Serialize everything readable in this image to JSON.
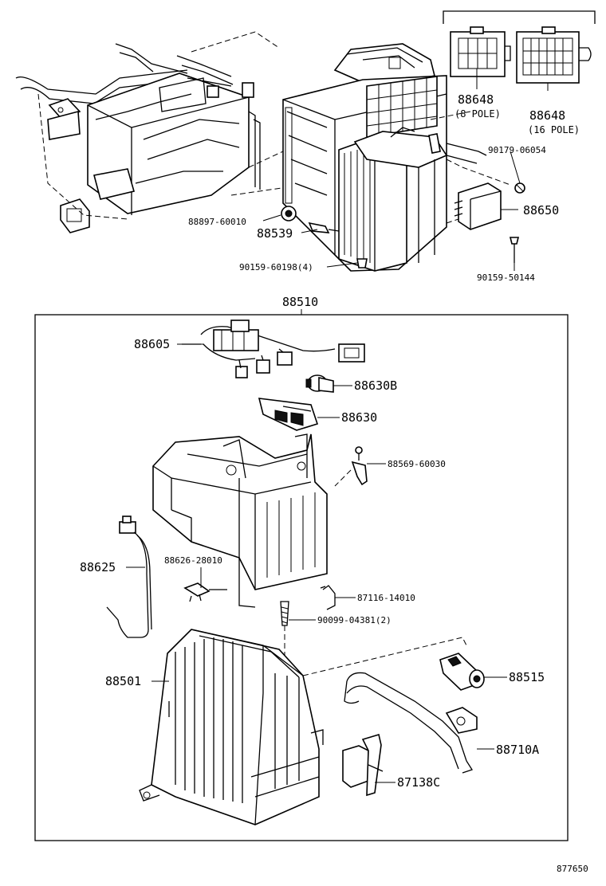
{
  "assembly_label": "88510",
  "drawing_number": "877650",
  "callouts": {
    "p88648_8": "88648",
    "p88648_8_sub": "(8 POLE)",
    "p88648_16": "88648",
    "p88648_16_sub": "(16 POLE)",
    "p90179": "90179-06054",
    "p88650": "88650",
    "p88897": "88897-60010",
    "p88539": "88539",
    "p90159_60198": "90159-60198(4)",
    "p90159_50144": "90159-50144",
    "p88605": "88605",
    "p88630b": "88630B",
    "p88630": "88630",
    "p88569": "88569-60030",
    "p88625": "88625",
    "p88626": "88626-28010",
    "p87116": "87116-14010",
    "p90099": "90099-04381(2)",
    "p88501": "88501",
    "p88515": "88515",
    "p88710a": "88710A",
    "p87138c": "87138C"
  }
}
